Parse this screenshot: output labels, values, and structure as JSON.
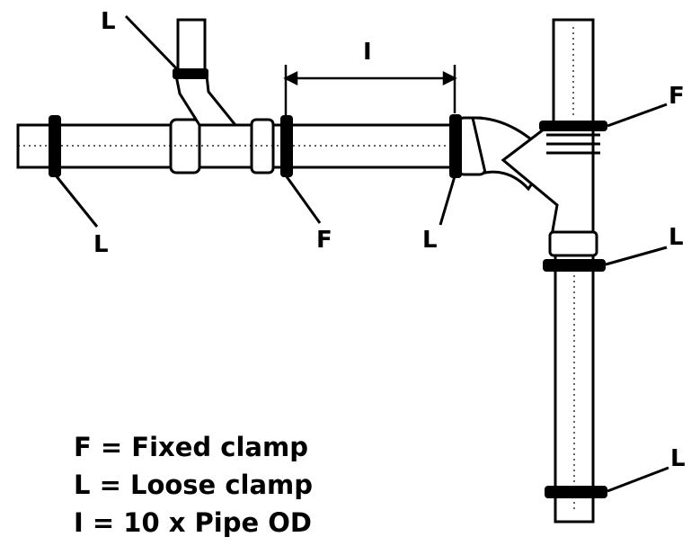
{
  "labels": {
    "clamp_top_left": "L",
    "clamp_left": "L",
    "clamp_fixed_mid": "F",
    "clamp_loose_mid": "L",
    "clamp_fixed_right": "F",
    "clamp_loose_right_mid": "L",
    "clamp_loose_right_bottom": "L",
    "spacing": "I"
  },
  "legend": {
    "fixed": "F = Fixed clamp",
    "loose": "L = Loose clamp",
    "spacing": "I = 10 x Pipe OD"
  },
  "colors": {
    "line": "#000000",
    "pipe_fill": "#ffffff",
    "clamp": "#000000"
  }
}
